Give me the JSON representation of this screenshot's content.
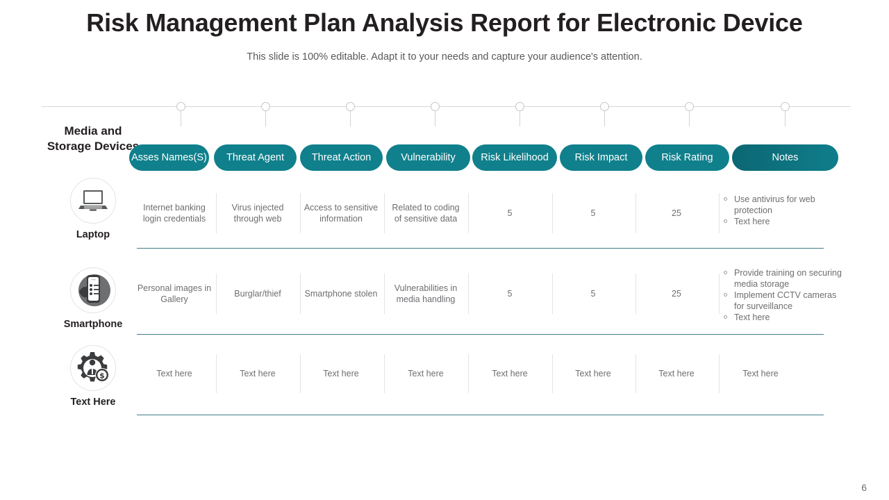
{
  "title": "Risk Management Plan Analysis Report for Electronic Device",
  "subtitle": "This slide is 100% editable. Adapt it to your needs and capture your audience's attention.",
  "page_number": "6",
  "colors": {
    "pill": "#10808c",
    "pill_active": "#0b6773",
    "separator": "#3f7e86",
    "text": "#6d6e71",
    "heading": "#231f20"
  },
  "sidebar": {
    "heading": "Media and Storage Devices",
    "devices": [
      {
        "label": "Laptop",
        "icon": "laptop-icon"
      },
      {
        "label": "Smartphone",
        "icon": "smartphone-in-hand-icon"
      },
      {
        "label": "Text Here",
        "icon": "gear-person-dollar-icon"
      }
    ]
  },
  "table": {
    "columns": [
      {
        "label": "Asses Names(S)",
        "active": false
      },
      {
        "label": "Threat Agent",
        "active": false
      },
      {
        "label": "Threat Action",
        "active": false
      },
      {
        "label": "Vulnerability",
        "active": false
      },
      {
        "label": "Risk Likelihood",
        "active": false
      },
      {
        "label": "Risk Impact",
        "active": false
      },
      {
        "label": "Risk Rating",
        "active": false
      },
      {
        "label": "Notes",
        "active": true
      }
    ],
    "rows": [
      {
        "asset": "Internet banking login credentials",
        "threat_agent": "Virus injected through web",
        "threat_action": "Access to sensitive information",
        "vulnerability": "Related to coding of sensitive data",
        "risk_likelihood": "5",
        "risk_impact": "5",
        "risk_rating": "25",
        "notes": [
          "Use antivirus for web protection",
          "Text here"
        ]
      },
      {
        "asset": "Personal images in Gallery",
        "threat_agent": "Burglar/thief",
        "threat_action": "Smartphone stolen",
        "vulnerability": "Vulnerabilities in media handling",
        "risk_likelihood": "5",
        "risk_impact": "5",
        "risk_rating": "25",
        "notes": [
          "Provide training on securing media storage",
          "Implement CCTV cameras for surveillance",
          "Text here"
        ]
      },
      {
        "asset": "Text here",
        "threat_agent": "Text here",
        "threat_action": "Text here",
        "vulnerability": "Text here",
        "risk_likelihood": "Text here",
        "risk_impact": "Text here",
        "risk_rating": "Text here",
        "notes_plain": "Text here"
      }
    ]
  }
}
